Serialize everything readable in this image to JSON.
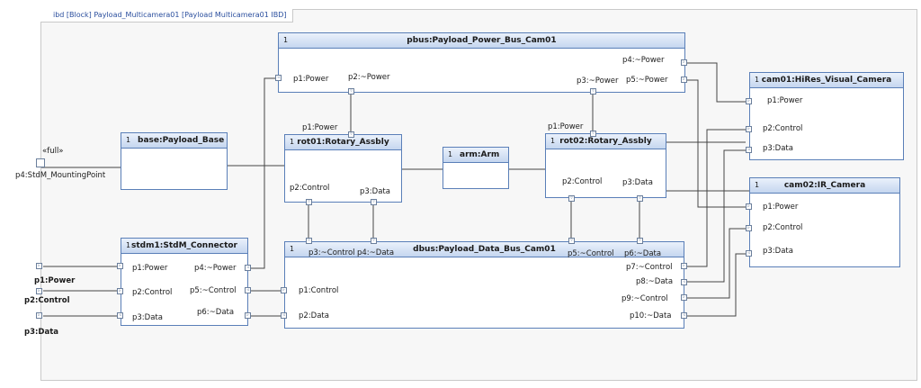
{
  "diagram_title": "ibd [Block] Payload_Multicamera01 [Payload Multicamera01 IBD]",
  "frame": {
    "stereotype": "«full»",
    "mounting_point": "p4:StdM_MountingPoint",
    "boundary_ports": {
      "p1": "p1:Power",
      "p2": "p2:Control",
      "p3": "p3:Data"
    }
  },
  "blocks": {
    "pbus": {
      "mult": "1",
      "name": "pbus:Payload_Power_Bus_Cam01",
      "ports": {
        "p1": "p1:Power",
        "p2": "p2:~Power",
        "p3": "p3:~Power",
        "p4": "p4:~Power",
        "p5": "p5:~Power"
      }
    },
    "base": {
      "mult": "1",
      "name": "base:Payload_Base"
    },
    "rot01": {
      "mult": "1",
      "name": "rot01:Rotary_Assbly",
      "ports": {
        "p1": "p1:Power",
        "p2": "p2:Control",
        "p3": "p3:Data"
      }
    },
    "arm": {
      "mult": "1",
      "name": "arm:Arm"
    },
    "rot02": {
      "mult": "1",
      "name": "rot02:Rotary_Assbly",
      "ports": {
        "p1": "p1:Power",
        "p2": "p2:Control",
        "p3": "p3:Data"
      }
    },
    "cam01": {
      "mult": "1",
      "name": "cam01:HiRes_Visual_Camera",
      "ports": {
        "p1": "p1:Power",
        "p2": "p2:Control",
        "p3": "p3:Data"
      }
    },
    "cam02": {
      "mult": "1",
      "name": "cam02:IR_Camera",
      "ports": {
        "p1": "p1:Power",
        "p2": "p2:Control",
        "p3": "p3:Data"
      }
    },
    "stdm1": {
      "mult": "1",
      "name": "stdm1:StdM_Connector",
      "ports": {
        "p1": "p1:Power",
        "p2": "p2:Control",
        "p3": "p3:Data",
        "p4": "p4:~Power",
        "p5": "p5:~Control",
        "p6": "p6:~Data"
      }
    },
    "dbus": {
      "mult": "1",
      "name": "dbus:Payload_Data_Bus_Cam01",
      "ports": {
        "p1": "p1:Control",
        "p2": "p2:Data",
        "p3": "p3:~Control",
        "p4": "p4:~Data",
        "p5": "p5:~Control",
        "p6": "p6:~Data",
        "p7": "p7:~Control",
        "p8": "p8:~Data",
        "p9": "p9:~Control",
        "p10": "p10:~Data"
      }
    }
  }
}
